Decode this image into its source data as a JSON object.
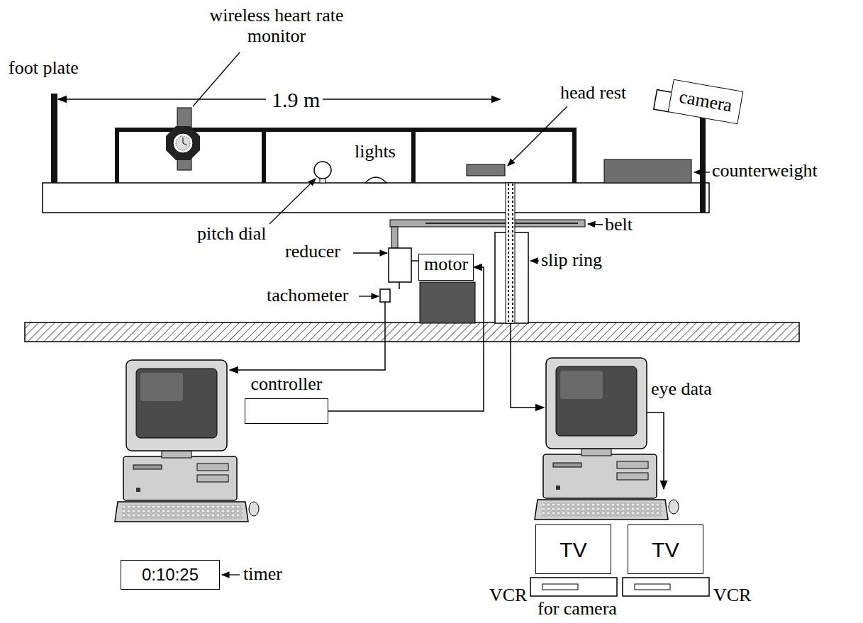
{
  "diagram": {
    "nodes": [
      {
        "text": [
          "camera"
        ]
      },
      {
        "text": [
          "motor"
        ]
      },
      {
        "text": [
          "controller"
        ]
      },
      {
        "text": [
          "0:10:25"
        ]
      },
      {
        "text": [
          "TV"
        ]
      },
      {
        "text": [
          "TV"
        ]
      }
    ],
    "edges": [
      {
        "from": 2,
        "to": 1,
        "arrow": "to"
      }
    ],
    "labels": [
      "foot plate",
      "wireless heart rate monitor",
      "1.9 m",
      "head rest",
      "lights",
      "pitch dial",
      "counterweight",
      "belt",
      "reducer",
      "slip ring",
      "tachometer",
      "timer",
      "eye data",
      "VCR",
      "VCR",
      "for camera"
    ]
  }
}
